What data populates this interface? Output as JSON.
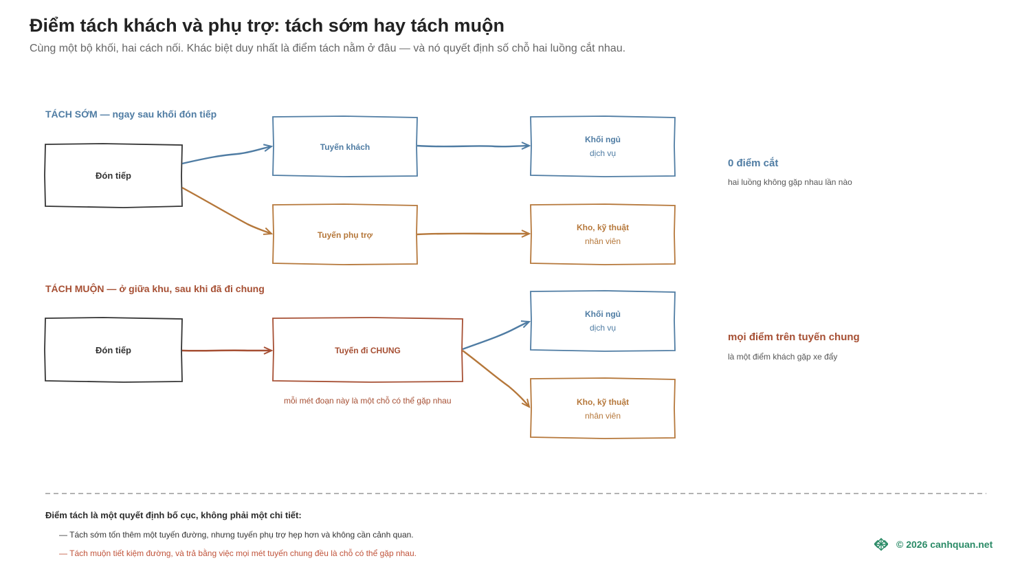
{
  "title": "Điểm tách khách và phụ trợ: tách sớm hay tách muộn",
  "subtitle": "Cùng một bộ khối, hai cách nối. Khác biệt duy nhất là điểm tách nằm ở đâu — và nó quyết định số chỗ hai luồng cắt nhau.",
  "colors": {
    "guest": "#4f7ca3",
    "service": "#b5773a",
    "shared": "#a64f33",
    "neutral": "#333333",
    "brand": "#2a8a66"
  },
  "early": {
    "label_strong": "TÁCH SỚM",
    "label_rest": " — ngay sau khối đón tiếp",
    "reception": "Đón tiếp",
    "guest_route": "Tuyến khách",
    "service_route": "Tuyến phụ trợ",
    "dest_guest_title": "Khối ngủ",
    "dest_guest_sub": "dịch vụ",
    "dest_service_title": "Kho, kỹ thuật",
    "dest_service_sub": "nhân viên",
    "note_title": "0 điểm cắt",
    "note_sub": "hai luồng không gặp nhau lần nào"
  },
  "late": {
    "label_strong": "TÁCH MUỘN",
    "label_rest": " — ở giữa khu, sau khi đã đi chung",
    "reception": "Đón tiếp",
    "shared_route": "Tuyến đi CHUNG",
    "shared_caption": "mỗi mét đoạn này là một chỗ có thể gặp nhau",
    "dest_guest_title": "Khối ngủ",
    "dest_guest_sub": "dịch vụ",
    "dest_service_title": "Kho, kỹ thuật",
    "dest_service_sub": "nhân viên",
    "note_title": "mọi điểm trên tuyến chung",
    "note_sub": "là một điểm khách gặp xe đẩy"
  },
  "footer": {
    "heading": "Điểm tách là một quyết định bố cục, không phải một chi tiết:",
    "line1": "— Tách sớm tốn thêm một tuyến đường, nhưng tuyến phụ trợ hẹp hơn và không cần cảnh quan.",
    "line2": "— Tách muộn tiết kiệm đường, và trả bằng việc mọi mét tuyến chung đều là chỗ có thể gặp nhau.",
    "brand": "© 2026 canhquan.net",
    "brand_icon": "knot-logo-icon"
  }
}
